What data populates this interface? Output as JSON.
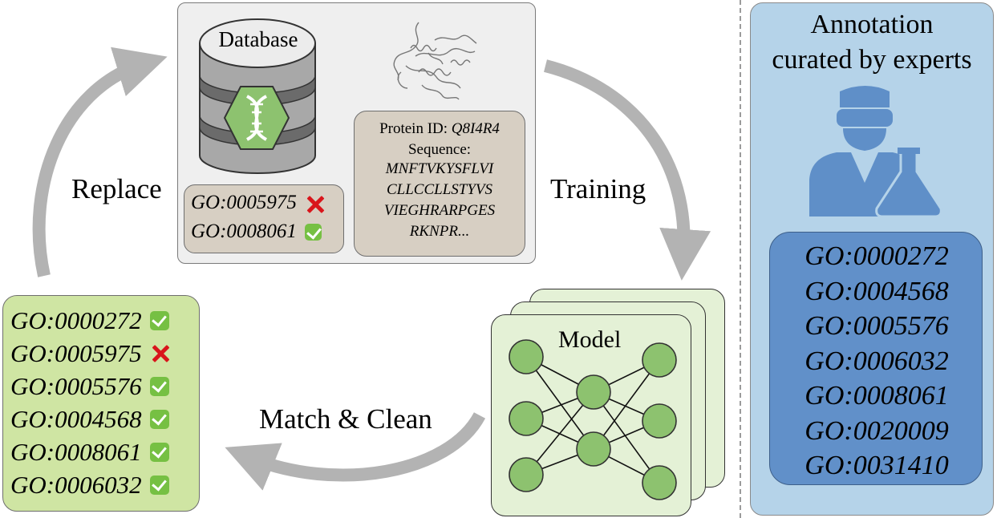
{
  "database": {
    "label": "Database",
    "go_terms": [
      {
        "id": "GO:0005975",
        "status": "rejected"
      },
      {
        "id": "GO:0008061",
        "status": "accepted"
      }
    ]
  },
  "protein": {
    "id_label": "Protein ID:",
    "id_value": "Q8I4R4",
    "sequence_label": "Sequence:",
    "sequence_lines": [
      "MNFTVKYSFLVI",
      "CLLCCLLSTYVS",
      "VIEGHRARPGES",
      "RKNPR..."
    ]
  },
  "cycle": {
    "replace": "Replace",
    "training": "Training",
    "match_clean": "Match & Clean"
  },
  "model": {
    "label": "Model"
  },
  "cleaned_list": [
    {
      "id": "GO:0000272",
      "status": "accepted"
    },
    {
      "id": "GO:0005975",
      "status": "rejected"
    },
    {
      "id": "GO:0005576",
      "status": "accepted"
    },
    {
      "id": "GO:0004568",
      "status": "accepted"
    },
    {
      "id": "GO:0008061",
      "status": "accepted"
    },
    {
      "id": "GO:0006032",
      "status": "accepted"
    }
  ],
  "experts": {
    "title_line1": "Annotation",
    "title_line2": "curated by experts",
    "go_terms": [
      "GO:0000272",
      "GO:0004568",
      "GO:0005576",
      "GO:0006032",
      "GO:0008061",
      "GO:0020009",
      "GO:0031410"
    ]
  },
  "icons": {
    "database": "database-icon",
    "dna": "dna-icon",
    "protein_structure": "protein-structure-icon",
    "scientist": "scientist-icon",
    "flask": "flask-icon",
    "check": "check-icon",
    "cross": "cross-icon",
    "neural_network": "neural-network-icon"
  },
  "colors": {
    "accepted": "#76c043",
    "rejected": "#d9151b",
    "arrow": "#b3b3b3",
    "model_fill": "#e4f1d6",
    "node_fill": "#8dc26f",
    "expert_panel": "#b5d3e9",
    "expert_list": "#6190c9",
    "cleaned_list": "#cfe5a3"
  }
}
